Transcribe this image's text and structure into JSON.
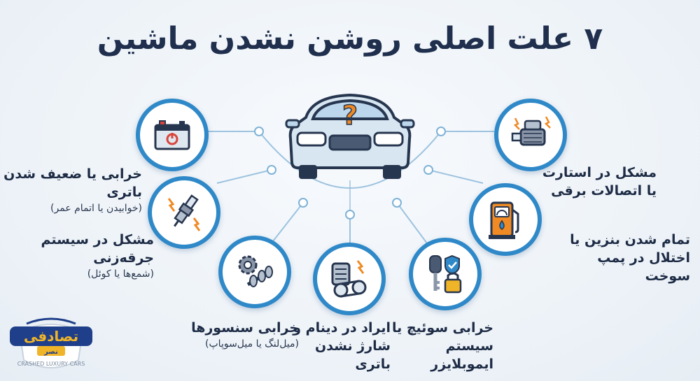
{
  "title": "۷ علت اصلی روشن نشدن ماشین",
  "causes": [
    {
      "icon": "battery-icon",
      "main": "خرابی یا ضعیف شدن باتری",
      "sub": "(خوابیدن یا اتمام عمر)"
    },
    {
      "icon": "spark-plug-icon",
      "main": "مشکل در سیستم جرقه‌زنی",
      "sub": "(شمع‌ها یا کوئل)"
    },
    {
      "icon": "camshaft-gear-icon",
      "main": "خرابی سنسورها",
      "sub": "(میل‌لنگ یا میل‌سوپاپ)"
    },
    {
      "icon": "alternator-belt-icon",
      "main_line1": "ایراد در دینام و",
      "main_line2": "شارژ نشدن باتری"
    },
    {
      "icon": "key-lock-icon",
      "main_line1": "خرابی سوئیچ یا",
      "main_line2": "سیستم ایموبلایزر"
    },
    {
      "icon": "fuel-pump-icon",
      "main_line1": "تمام شدن بنزین یا",
      "main_line2": "اختلال در پمپ سوخت"
    },
    {
      "icon": "starter-motor-icon",
      "main_line1": "مشکل در استارت",
      "main_line2": "یا اتصالات برقی"
    }
  ],
  "center_icon": "car-question-icon",
  "logo": {
    "name": "تصادفی",
    "tag": "نصر",
    "text": "CRASHED LUXURY CARS"
  },
  "colors": {
    "ring": "#2f89c8",
    "title": "#1f2f4d",
    "connector": "#9dc3df"
  }
}
